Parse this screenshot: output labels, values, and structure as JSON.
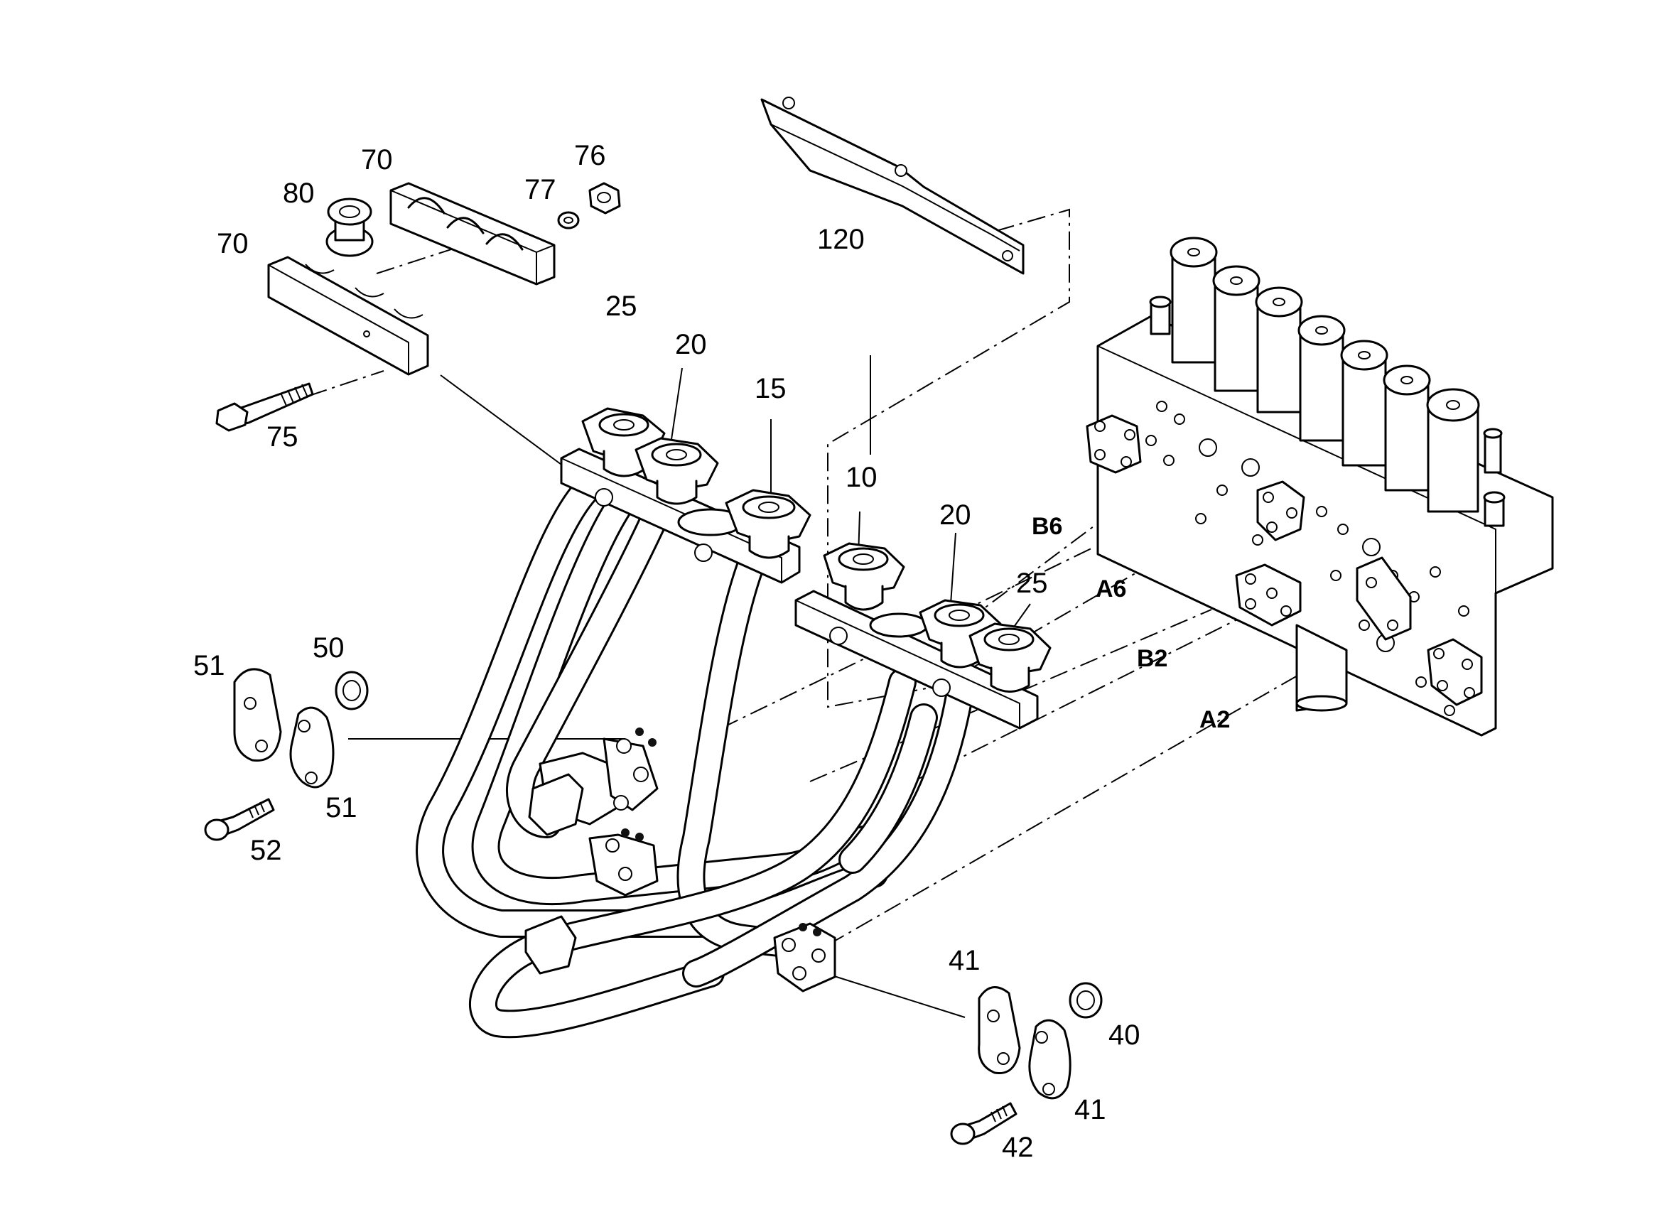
{
  "callouts": {
    "c120": "120",
    "c70a": "70",
    "c70b": "70",
    "c80": "80",
    "c77": "77",
    "c76": "76",
    "c75": "75",
    "c25a": "25",
    "c20a": "20",
    "c15": "15",
    "c10": "10",
    "c20b": "20",
    "c25b": "25",
    "c51a": "51",
    "c50": "50",
    "c51b": "51",
    "c52": "52",
    "c41a": "41",
    "c40": "40",
    "c41b": "41",
    "c42": "42"
  },
  "ports": {
    "b6": "B6",
    "a6": "A6",
    "b2": "B2",
    "a2": "A2"
  }
}
